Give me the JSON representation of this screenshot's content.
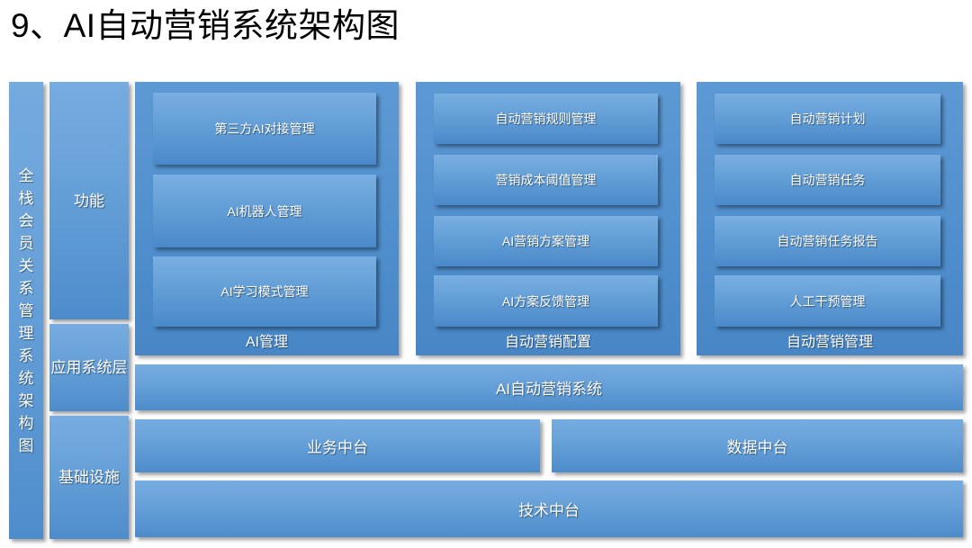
{
  "title": "9、AI自动营销系统架构图",
  "spine": {
    "label": "全栈会员关系管理系统架构图",
    "chars": [
      "全",
      "栈",
      "会",
      "员",
      "关",
      "系",
      "管",
      "理",
      "系",
      "统",
      "架",
      "构",
      "图"
    ]
  },
  "layers": [
    {
      "key": "function",
      "label": "功能"
    },
    {
      "key": "application",
      "label": "应用系统层"
    },
    {
      "key": "infrastructure",
      "label": "基础设施"
    }
  ],
  "groups": [
    {
      "key": "ai-management",
      "label": "AI管理",
      "items": [
        "第三方AI对接管理",
        "AI机器人管理",
        "AI学习模式管理"
      ]
    },
    {
      "key": "auto-marketing-config",
      "label": "自动营销配置",
      "items": [
        "自动营销规则管理",
        "营销成本阈值管理",
        "AI营销方案管理",
        "AI方案反馈管理"
      ]
    },
    {
      "key": "auto-marketing-management",
      "label": "自动营销管理",
      "items": [
        "自动营销计划",
        "自动营销任务",
        "自动营销任务报告",
        "人工干预管理"
      ]
    }
  ],
  "bars": {
    "system": "AI自动营销系统",
    "business_middle": "业务中台",
    "data_middle": "数据中台",
    "tech_middle": "技术中台"
  },
  "colors": {
    "tile_top": "#79afe2",
    "tile_bottom": "#4a89c9",
    "group_bg": "#4f8ecd",
    "text": "#ffffff",
    "title_text": "#000000",
    "page_bg": "#ffffff"
  }
}
